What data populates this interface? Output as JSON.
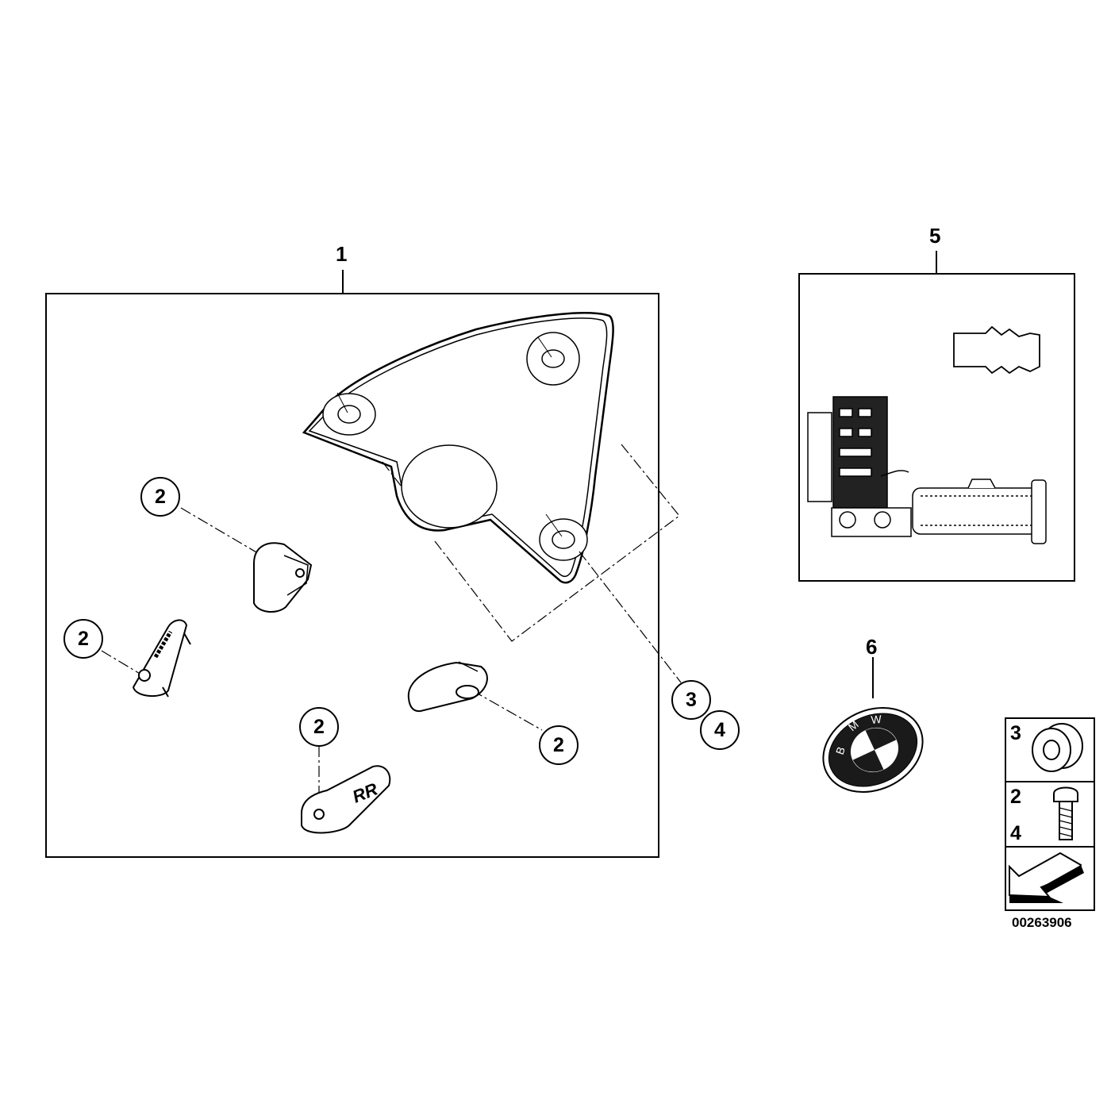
{
  "diagram": {
    "set_labels": {
      "main_kit": "1",
      "grip_kit": "5",
      "badge": "6"
    },
    "callouts": [
      {
        "id": "c1",
        "text": "2"
      },
      {
        "id": "c2",
        "text": "2"
      },
      {
        "id": "c3",
        "text": "2"
      },
      {
        "id": "c4",
        "text": "2"
      },
      {
        "id": "c5",
        "text": "3"
      },
      {
        "id": "c6",
        "text": "4"
      }
    ],
    "legend": {
      "row1": {
        "num": "3"
      },
      "row2": {
        "num_top": "2",
        "num_bottom": "4"
      }
    },
    "part_number": "00263906",
    "badge_letters": {
      "b": "B",
      "m": "M",
      "w": "W"
    },
    "rr_logo_text": "RR"
  }
}
